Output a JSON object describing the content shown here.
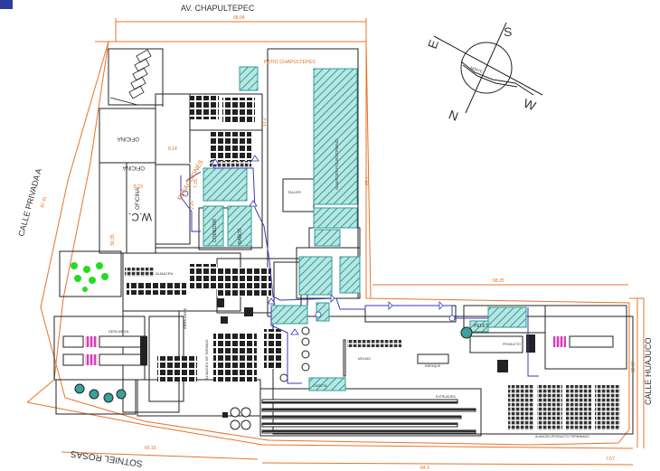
{
  "streets": {
    "north": "AV. CHAPULTEPEC",
    "west": "CALLE PRIVADA A",
    "east": "CALLE HUAJUCO",
    "south": "SOTNIEL ROSAS"
  },
  "dimensions": {
    "north_width": "68.04",
    "west_length": "87.41",
    "east_length": "32.07",
    "south_left": "65.19",
    "south_right": "84.3",
    "south_corner": "7.57",
    "inner_width": "68.25",
    "right_inner": "65.1",
    "office_width": "8.14",
    "office_height": "13.2",
    "misc_a": "8.23",
    "misc_b": "30.35",
    "misc_c": "7.25",
    "misc_d": "2.25"
  },
  "labels": {
    "patio": "PATIO CHAPULTEPEC",
    "almacen_poli": "ALMACEN POLIESTIRENO",
    "oficina_1": "OFICINA",
    "oficina_2": "OFICINA",
    "oficina_3": "OFICINA",
    "wc": "W.C.",
    "refacciones": "REFACCIONES",
    "comedor": "COMEDOR",
    "banos": "BAÑOS",
    "almacen": "ALMACEN",
    "descarga": "DESCARGA",
    "area_libre": "AREA LIBRE",
    "almacen_tarimas": "ALMACEN DE TARIMAS",
    "prod_terminado": "ALMACEN PRODUCTO TERMINADO",
    "extrusora": "EXTRUSORA",
    "empaque": "EMPAQUE",
    "pelet": "PELET",
    "producto": "PRODUCTO",
    "taller": "TALLER",
    "molino": "MOLINO",
    "caseta": "CASETA"
  },
  "compass": {
    "n": "N",
    "s": "S",
    "e": "E",
    "w": "W",
    "norte": "NORTE"
  },
  "colors": {
    "outline": "#e8732a",
    "walls": "#222222",
    "teal": "#2e9e98",
    "hatch": "#6fc4bf",
    "route": "#3a3ab8",
    "magenta": "#d23fb6",
    "green": "#22dd22",
    "corner": "#2b3ea0"
  }
}
